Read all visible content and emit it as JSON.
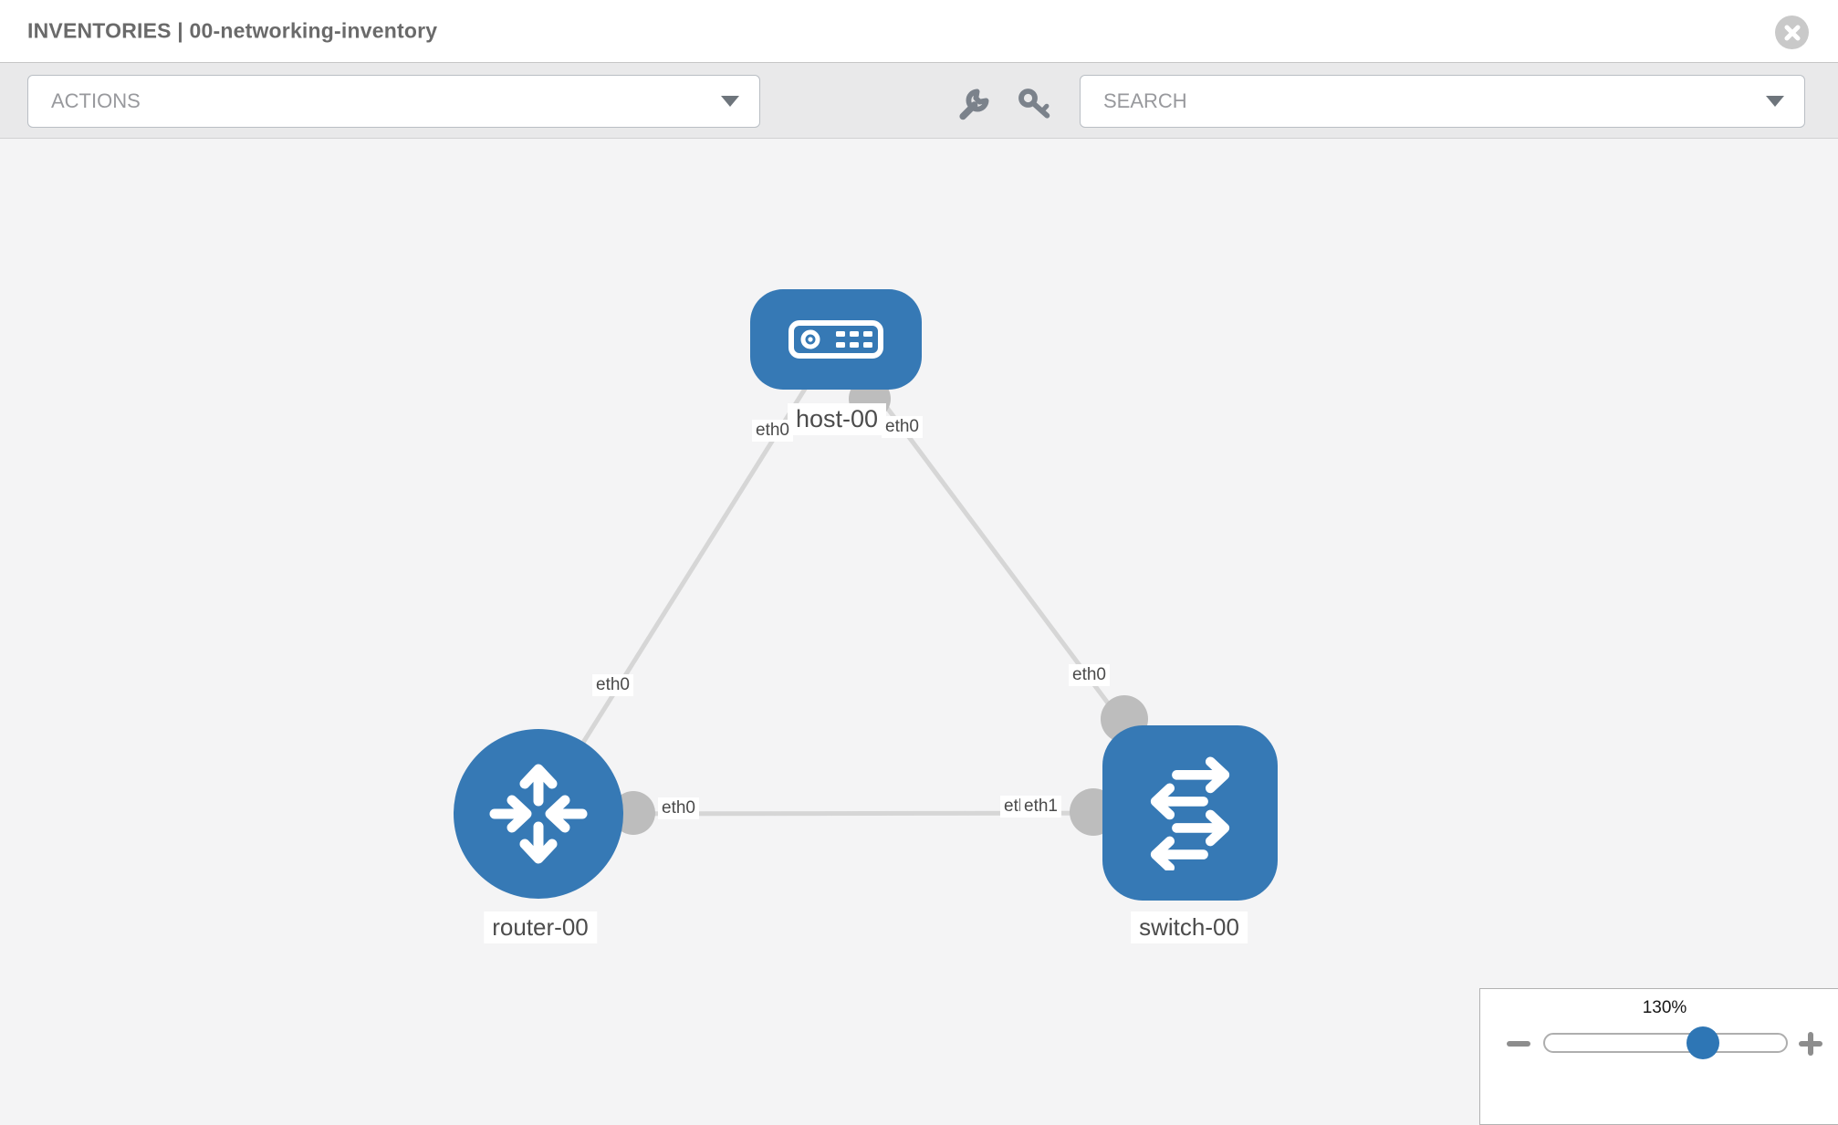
{
  "header": {
    "title": "INVENTORIES | 00-networking-inventory"
  },
  "toolbar": {
    "actions": "ACTIONS",
    "search": "SEARCH",
    "icons": [
      "wrench-icon",
      "key-icon"
    ]
  },
  "colors": {
    "node_blue": "#3679b5",
    "link_gray": "#d6d6d6",
    "connector_gray": "#bdbdbd",
    "toolbar_bg": "#e9e9ea",
    "canvas_bg": "#f4f4f5",
    "accent_blue": "#2e76b5"
  },
  "topology": {
    "nodes": [
      {
        "id": "host-00",
        "type": "host",
        "label": "host-00",
        "icon": "host-icon"
      },
      {
        "id": "router-00",
        "type": "router",
        "label": "router-00",
        "icon": "router-icon"
      },
      {
        "id": "switch-00",
        "type": "switch",
        "label": "switch-00",
        "icon": "switch-icon"
      }
    ],
    "links": [
      {
        "source": "host-00",
        "target": "router-00",
        "source_interface": "eth0",
        "target_interface": "eth0"
      },
      {
        "source": "host-00",
        "target": "switch-00",
        "source_interface": "eth0",
        "target_interface": "eth0"
      },
      {
        "source": "router-00",
        "target": "switch-00",
        "source_interface": "eth0",
        "target_interface": "eth1"
      }
    ],
    "interface_labels": [
      {
        "text": "eth0"
      },
      {
        "text": "eth0"
      },
      {
        "text": "eth0"
      },
      {
        "text": "eth0"
      },
      {
        "text": "eth0"
      },
      {
        "text": "eth0"
      },
      {
        "text": "eth1"
      }
    ]
  },
  "zoom_control": {
    "value": "130%"
  }
}
